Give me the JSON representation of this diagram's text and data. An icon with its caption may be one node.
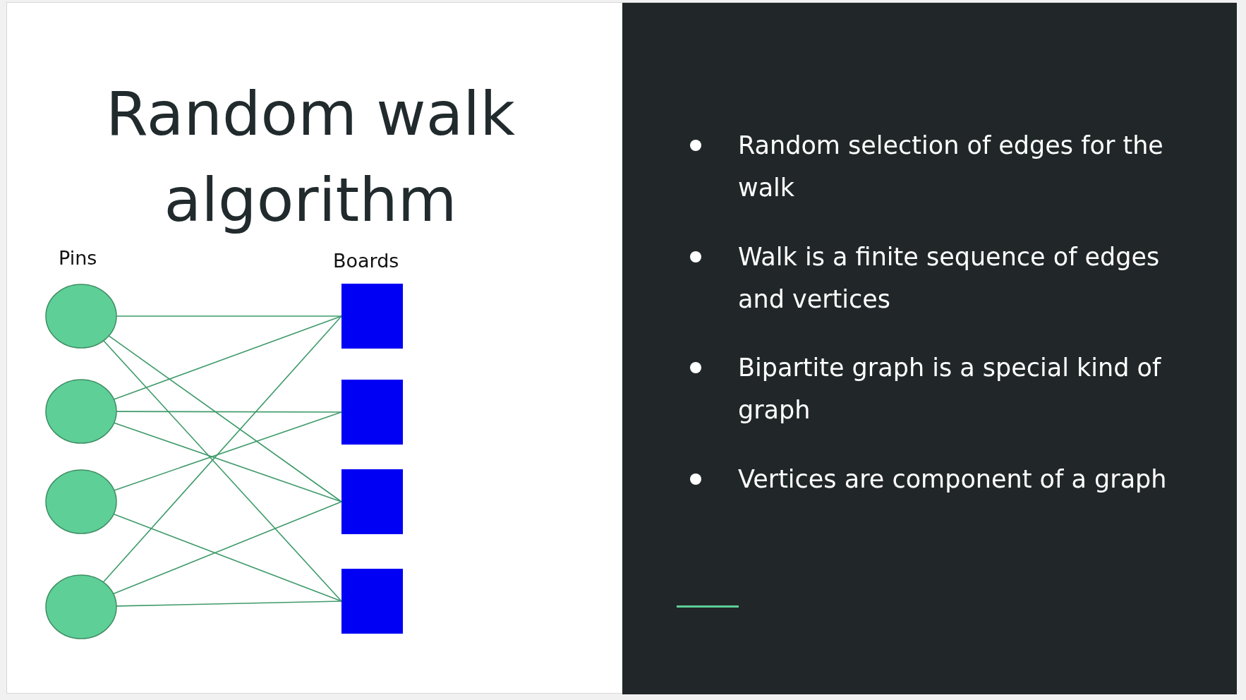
{
  "diagram": {
    "title": "Random walk algorithm",
    "nodes": [
      {
        "text": [],
        "shape": "circle"
      },
      {
        "text": [],
        "shape": "circle"
      },
      {
        "text": [],
        "shape": "circle"
      },
      {
        "text": [],
        "shape": "circle"
      },
      {
        "text": [],
        "shape": "box"
      },
      {
        "text": [],
        "shape": "box"
      },
      {
        "text": [],
        "shape": "box"
      },
      {
        "text": [],
        "shape": "box"
      }
    ],
    "edges": [
      {
        "from": 0,
        "to": 4,
        "arrow": "none"
      },
      {
        "from": 0,
        "to": 6,
        "arrow": "none"
      },
      {
        "from": 0,
        "to": 7,
        "arrow": "none"
      },
      {
        "from": 1,
        "to": 4,
        "arrow": "none"
      },
      {
        "from": 1,
        "to": 5,
        "arrow": "none"
      },
      {
        "from": 1,
        "to": 6,
        "arrow": "none"
      },
      {
        "from": 2,
        "to": 5,
        "arrow": "none"
      },
      {
        "from": 2,
        "to": 7,
        "arrow": "none"
      },
      {
        "from": 3,
        "to": 4,
        "arrow": "none"
      },
      {
        "from": 3,
        "to": 6,
        "arrow": "none"
      },
      {
        "from": 3,
        "to": 7,
        "arrow": "none"
      }
    ],
    "labels": [
      "Pins",
      "Boards",
      "Random selection of edges for the walk",
      "Walk is a finite sequence of edges and vertices",
      "Bipartite graph is a special kind of graph",
      "Vertices are component of a graph"
    ]
  }
}
